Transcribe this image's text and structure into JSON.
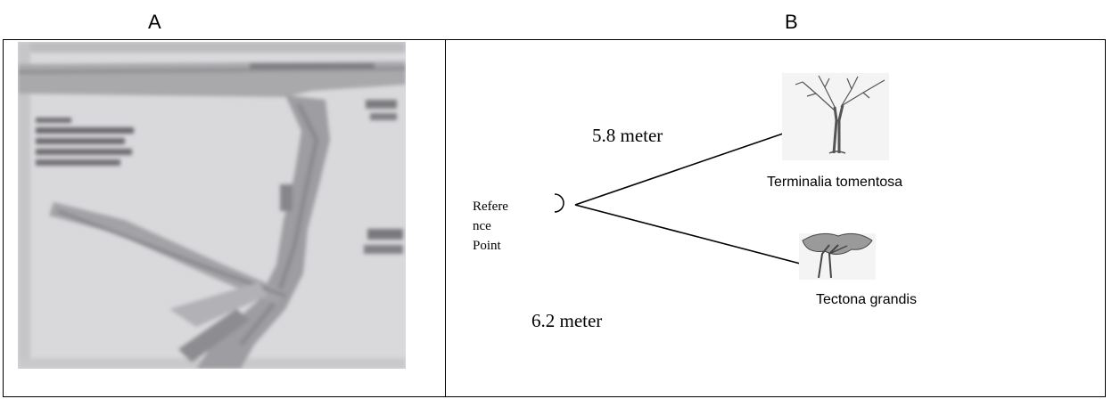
{
  "columns": {
    "a": "A",
    "b": "B"
  },
  "diagram": {
    "reference_label": [
      "Refere",
      "nce",
      "Point"
    ],
    "distance_1": "5.8 meter",
    "distance_2": "6.2 meter",
    "species_1": "Terminalia tomentosa",
    "species_2": "Tectona grandis"
  }
}
